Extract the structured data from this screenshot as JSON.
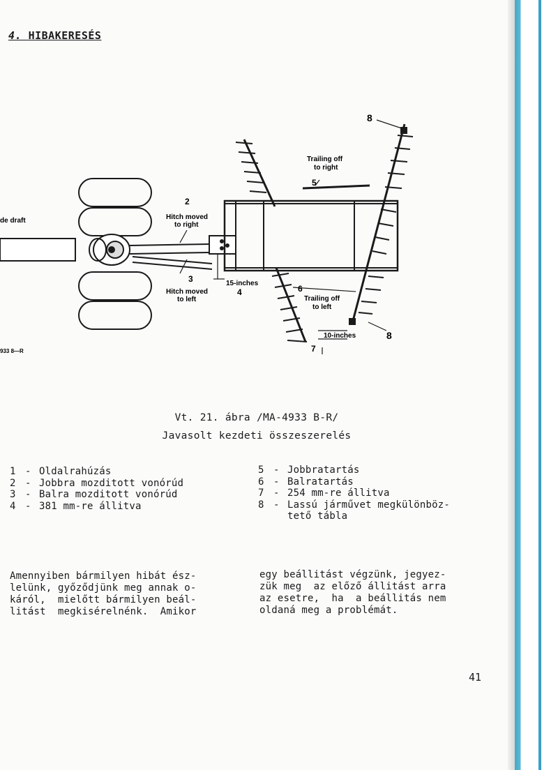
{
  "heading": {
    "number": "4.",
    "title": "HIBAKERESÉS"
  },
  "figure": {
    "labels": {
      "side_draft": "de draft",
      "hitch_right_num": "2",
      "hitch_right_line1": "Hitch moved",
      "hitch_right_line2": "to right",
      "hitch_left_num": "3",
      "hitch_left_line1": "Hitch moved",
      "hitch_left_line2": "to left",
      "fifteen_inches": "15-inches",
      "fifteen_num": "4",
      "trailing_right_line1": "Trailing off",
      "trailing_right_line2": "to right",
      "trailing_right_num": "5",
      "trailing_left_num": "6",
      "trailing_left_line1": "Trailing off",
      "trailing_left_line2": "to left",
      "ten_inches": "10-inches",
      "ten_num": "7",
      "marker_top": "8",
      "marker_bottom": "8",
      "fig_code": "933 8—R"
    }
  },
  "caption": {
    "line1": "Vt. 21. ábra /MA-4933 B-R/",
    "line2": "Javasolt kezdeti összeszerelés"
  },
  "legend": {
    "left": [
      {
        "num": "1",
        "text": "Oldalrahúzás"
      },
      {
        "num": "2",
        "text": "Jobbra mozditott vonórúd"
      },
      {
        "num": "3",
        "text": "Balra mozditott vonórúd"
      },
      {
        "num": "4",
        "text": "381 mm-re állitva"
      }
    ],
    "right": [
      {
        "num": "5",
        "text": "Jobbratartás"
      },
      {
        "num": "6",
        "text": "Balratartás"
      },
      {
        "num": "7",
        "text": "254 mm-re állitva"
      },
      {
        "num": "8",
        "text": "Lassú járművet megkülönböz-\ntető tábla"
      }
    ]
  },
  "body": {
    "left": "Amennyiben bármilyen hibát ész-\nlelünk, győződjünk meg annak o-\nkáról,  mielőtt bármilyen beál-\nlitást  megkisérelnénk.  Amikor",
    "right": "egy beállitást végzünk, jegyez-\nzük meg  az előző állitást arra\naz esetre,  ha  a beállitás nem\noldaná meg a problémát."
  },
  "page_number": "41"
}
